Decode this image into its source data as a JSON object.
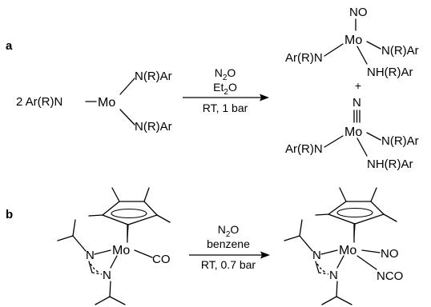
{
  "panel_a": {
    "label": "a",
    "reactant": {
      "prefix": "2 Ar(R)N",
      "metal": "Mo",
      "upper_ligand": "N(R)Ar",
      "lower_ligand": "N(R)Ar"
    },
    "conditions": {
      "reagent": "N2O",
      "solvent": "Et2O",
      "temp_pressure": "RT, 1 bar"
    },
    "product_1": {
      "top": "NO",
      "metal": "Mo",
      "left": "Ar(R)N",
      "right": "N(R)Ar",
      "lower": "NH(R)Ar"
    },
    "plus": "+",
    "product_2": {
      "top": "N",
      "metal": "Mo",
      "left": "Ar(R)N",
      "right": "N(R)Ar",
      "lower": "NH(R)Ar"
    }
  },
  "panel_b": {
    "label": "b",
    "reactant": {
      "metal": "Mo",
      "amidinate_n1": "N",
      "amidinate_n2": "N",
      "ligand": "CO"
    },
    "conditions": {
      "reagent": "N2O",
      "solvent": "benzene",
      "temp_pressure": "RT, 0.7 bar"
    },
    "product": {
      "metal": "Mo",
      "amidinate_n1": "N",
      "amidinate_n2": "N",
      "ligand_1": "NO",
      "ligand_2": "NCO"
    }
  }
}
